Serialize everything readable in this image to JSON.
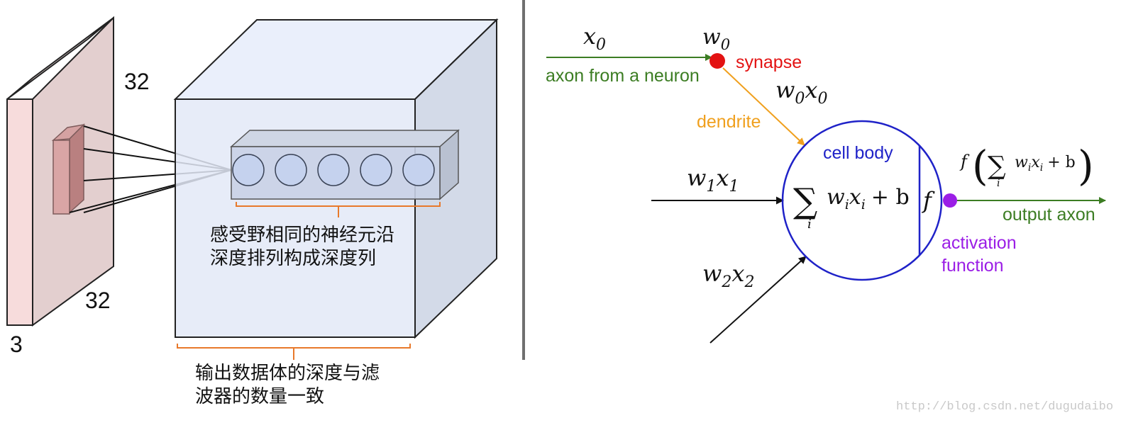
{
  "left_panel": {
    "input_volume": {
      "height_label": "32",
      "width_label": "32",
      "depth_label": "3"
    },
    "neuron_count": 5,
    "caption_depth_column": [
      "感受野相同的神经元沿",
      "深度排列构成深度列"
    ],
    "caption_output_depth": [
      "输出数据体的深度与滤",
      "波器的数量一致"
    ]
  },
  "right_panel": {
    "input_x0": "x",
    "input_x0_sub": "0",
    "weight_w0": "w",
    "weight_w0_sub": "0",
    "product_w0x0": {
      "w": "w",
      "w_sub": "0",
      "x": "x",
      "x_sub": "0"
    },
    "product_w1x1": {
      "w": "w",
      "w_sub": "1",
      "x": "x",
      "x_sub": "1"
    },
    "product_w2x2": {
      "w": "w",
      "w_sub": "2",
      "x": "x",
      "x_sub": "2"
    },
    "labels": {
      "axon": "axon from a neuron",
      "synapse": "synapse",
      "dendrite": "dendrite",
      "cell_body": "cell body",
      "output_axon": "output axon",
      "activation_line1": "activation",
      "activation_line2": "function"
    },
    "body_formula": {
      "sigma": "∑",
      "index": "i",
      "w": "w",
      "w_sub": "i",
      "x": "x",
      "x_sub": "i",
      "plus_b": "+ b"
    },
    "activation_f": "f",
    "output_formula": {
      "f": "f",
      "lparen": "(",
      "sigma": "∑",
      "index": "i",
      "w": "w",
      "w_sub": "i",
      "x": "x",
      "x_sub": "i",
      "plus_b": "+ b",
      "rparen": ")"
    },
    "colors": {
      "axon_green": "#3c7d23",
      "synapse_red": "#e31212",
      "dendrite_orange": "#f0a01e",
      "cell_blue": "#1f22c8",
      "activation_purple": "#9b1ee6",
      "black": "#111111"
    }
  },
  "watermark": "http://blog.csdn.net/dugudaibo"
}
